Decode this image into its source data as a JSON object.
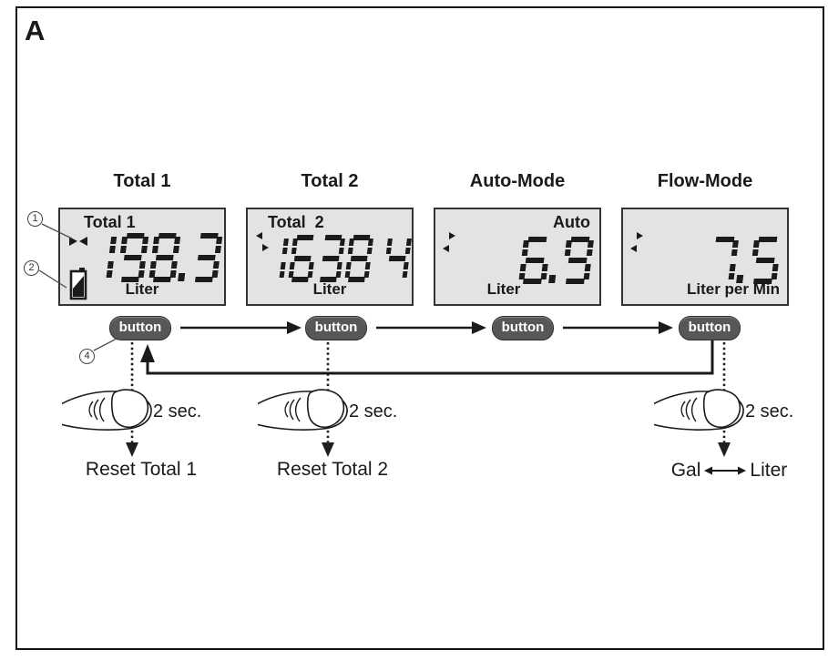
{
  "figure_label": "A",
  "button_label": "button",
  "hold_duration_label": "2 sec.",
  "modes": [
    {
      "title": "Total 1",
      "lcd_label": "Total 1",
      "value": "198.3",
      "unit": "Liter"
    },
    {
      "title": "Total 2",
      "lcd_label": "Total  2",
      "value": "1638 4",
      "unit": "Liter"
    },
    {
      "title": "Auto-Mode",
      "lcd_label": "Auto",
      "value": "6.9",
      "unit": "Liter"
    },
    {
      "title": "Flow-Mode",
      "lcd_label": "",
      "value": "7.5",
      "unit": "Liter per Min"
    }
  ],
  "long_press_actions": {
    "reset_total_1": "Reset Total 1",
    "reset_total_2": "Reset Total 2",
    "unit_toggle_left": "Gal",
    "unit_toggle_right": "Liter"
  },
  "callouts": {
    "flow_indicator": "1",
    "battery_indicator": "2",
    "control_button": "4"
  },
  "colors": {
    "lcd_background": "#e3e3e3",
    "lcd_ink": "#1b1b1b",
    "button_background": "#57575a",
    "line_ink": "#1a1a1a"
  }
}
